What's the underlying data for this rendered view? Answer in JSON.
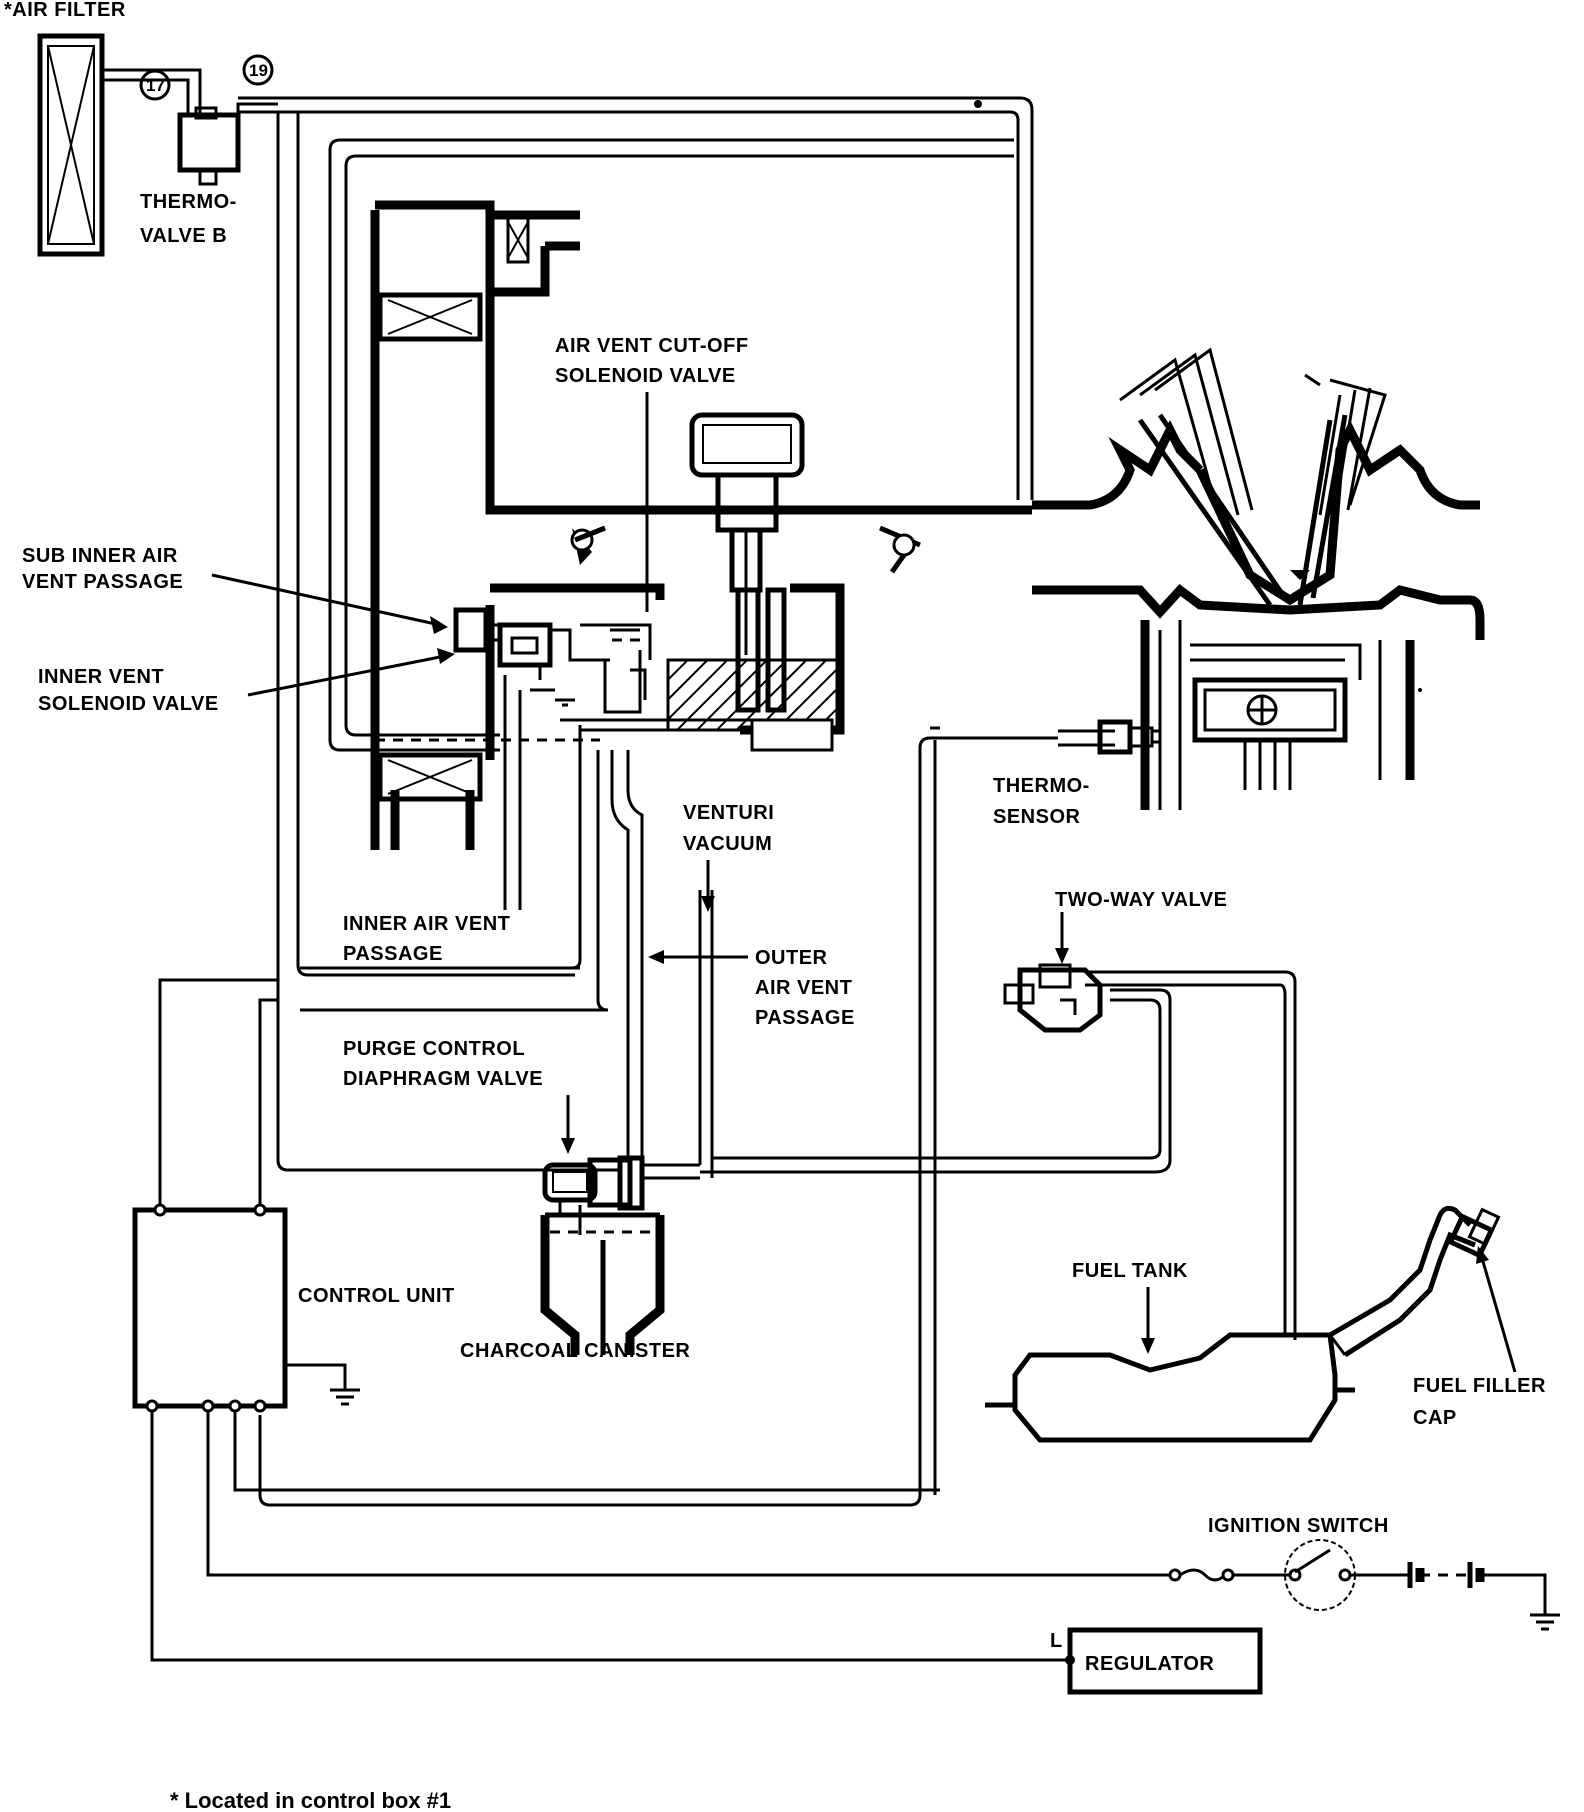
{
  "labels": {
    "air_filter": "*AIR FILTER",
    "num_17": "17",
    "num_19": "19",
    "thermo_valve_b_1": "THERMO-",
    "thermo_valve_b_2": "VALVE B",
    "air_vent_cutoff_1": "AIR VENT CUT-OFF",
    "air_vent_cutoff_2": "SOLENOID VALVE",
    "sub_inner_1": "SUB INNER AIR",
    "sub_inner_2": "VENT PASSAGE",
    "inner_vent_1": "INNER VENT",
    "inner_vent_2": "SOLENOID VALVE",
    "thermo_sensor_1": "THERMO-",
    "thermo_sensor_2": "SENSOR",
    "venturi_1": "VENTURI",
    "venturi_2": "VACUUM",
    "inner_air_vent_1": "INNER AIR VENT",
    "inner_air_vent_2": "PASSAGE",
    "outer_air_vent_1": "OUTER",
    "outer_air_vent_2": "AIR VENT",
    "outer_air_vent_3": "PASSAGE",
    "two_way_valve": "TWO-WAY VALVE",
    "purge_control_1": "PURGE CONTROL",
    "purge_control_2": "DIAPHRAGM VALVE",
    "control_unit": "CONTROL UNIT",
    "charcoal_canister": "CHARCOAL CANISTER",
    "fuel_tank": "FUEL TANK",
    "fuel_filler_1": "FUEL FILLER",
    "fuel_filler_2": "CAP",
    "ignition_switch": "IGNITION SWITCH",
    "regulator": "REGULATOR",
    "terminal_l": "L",
    "footnote": "* Located in control box #1"
  }
}
